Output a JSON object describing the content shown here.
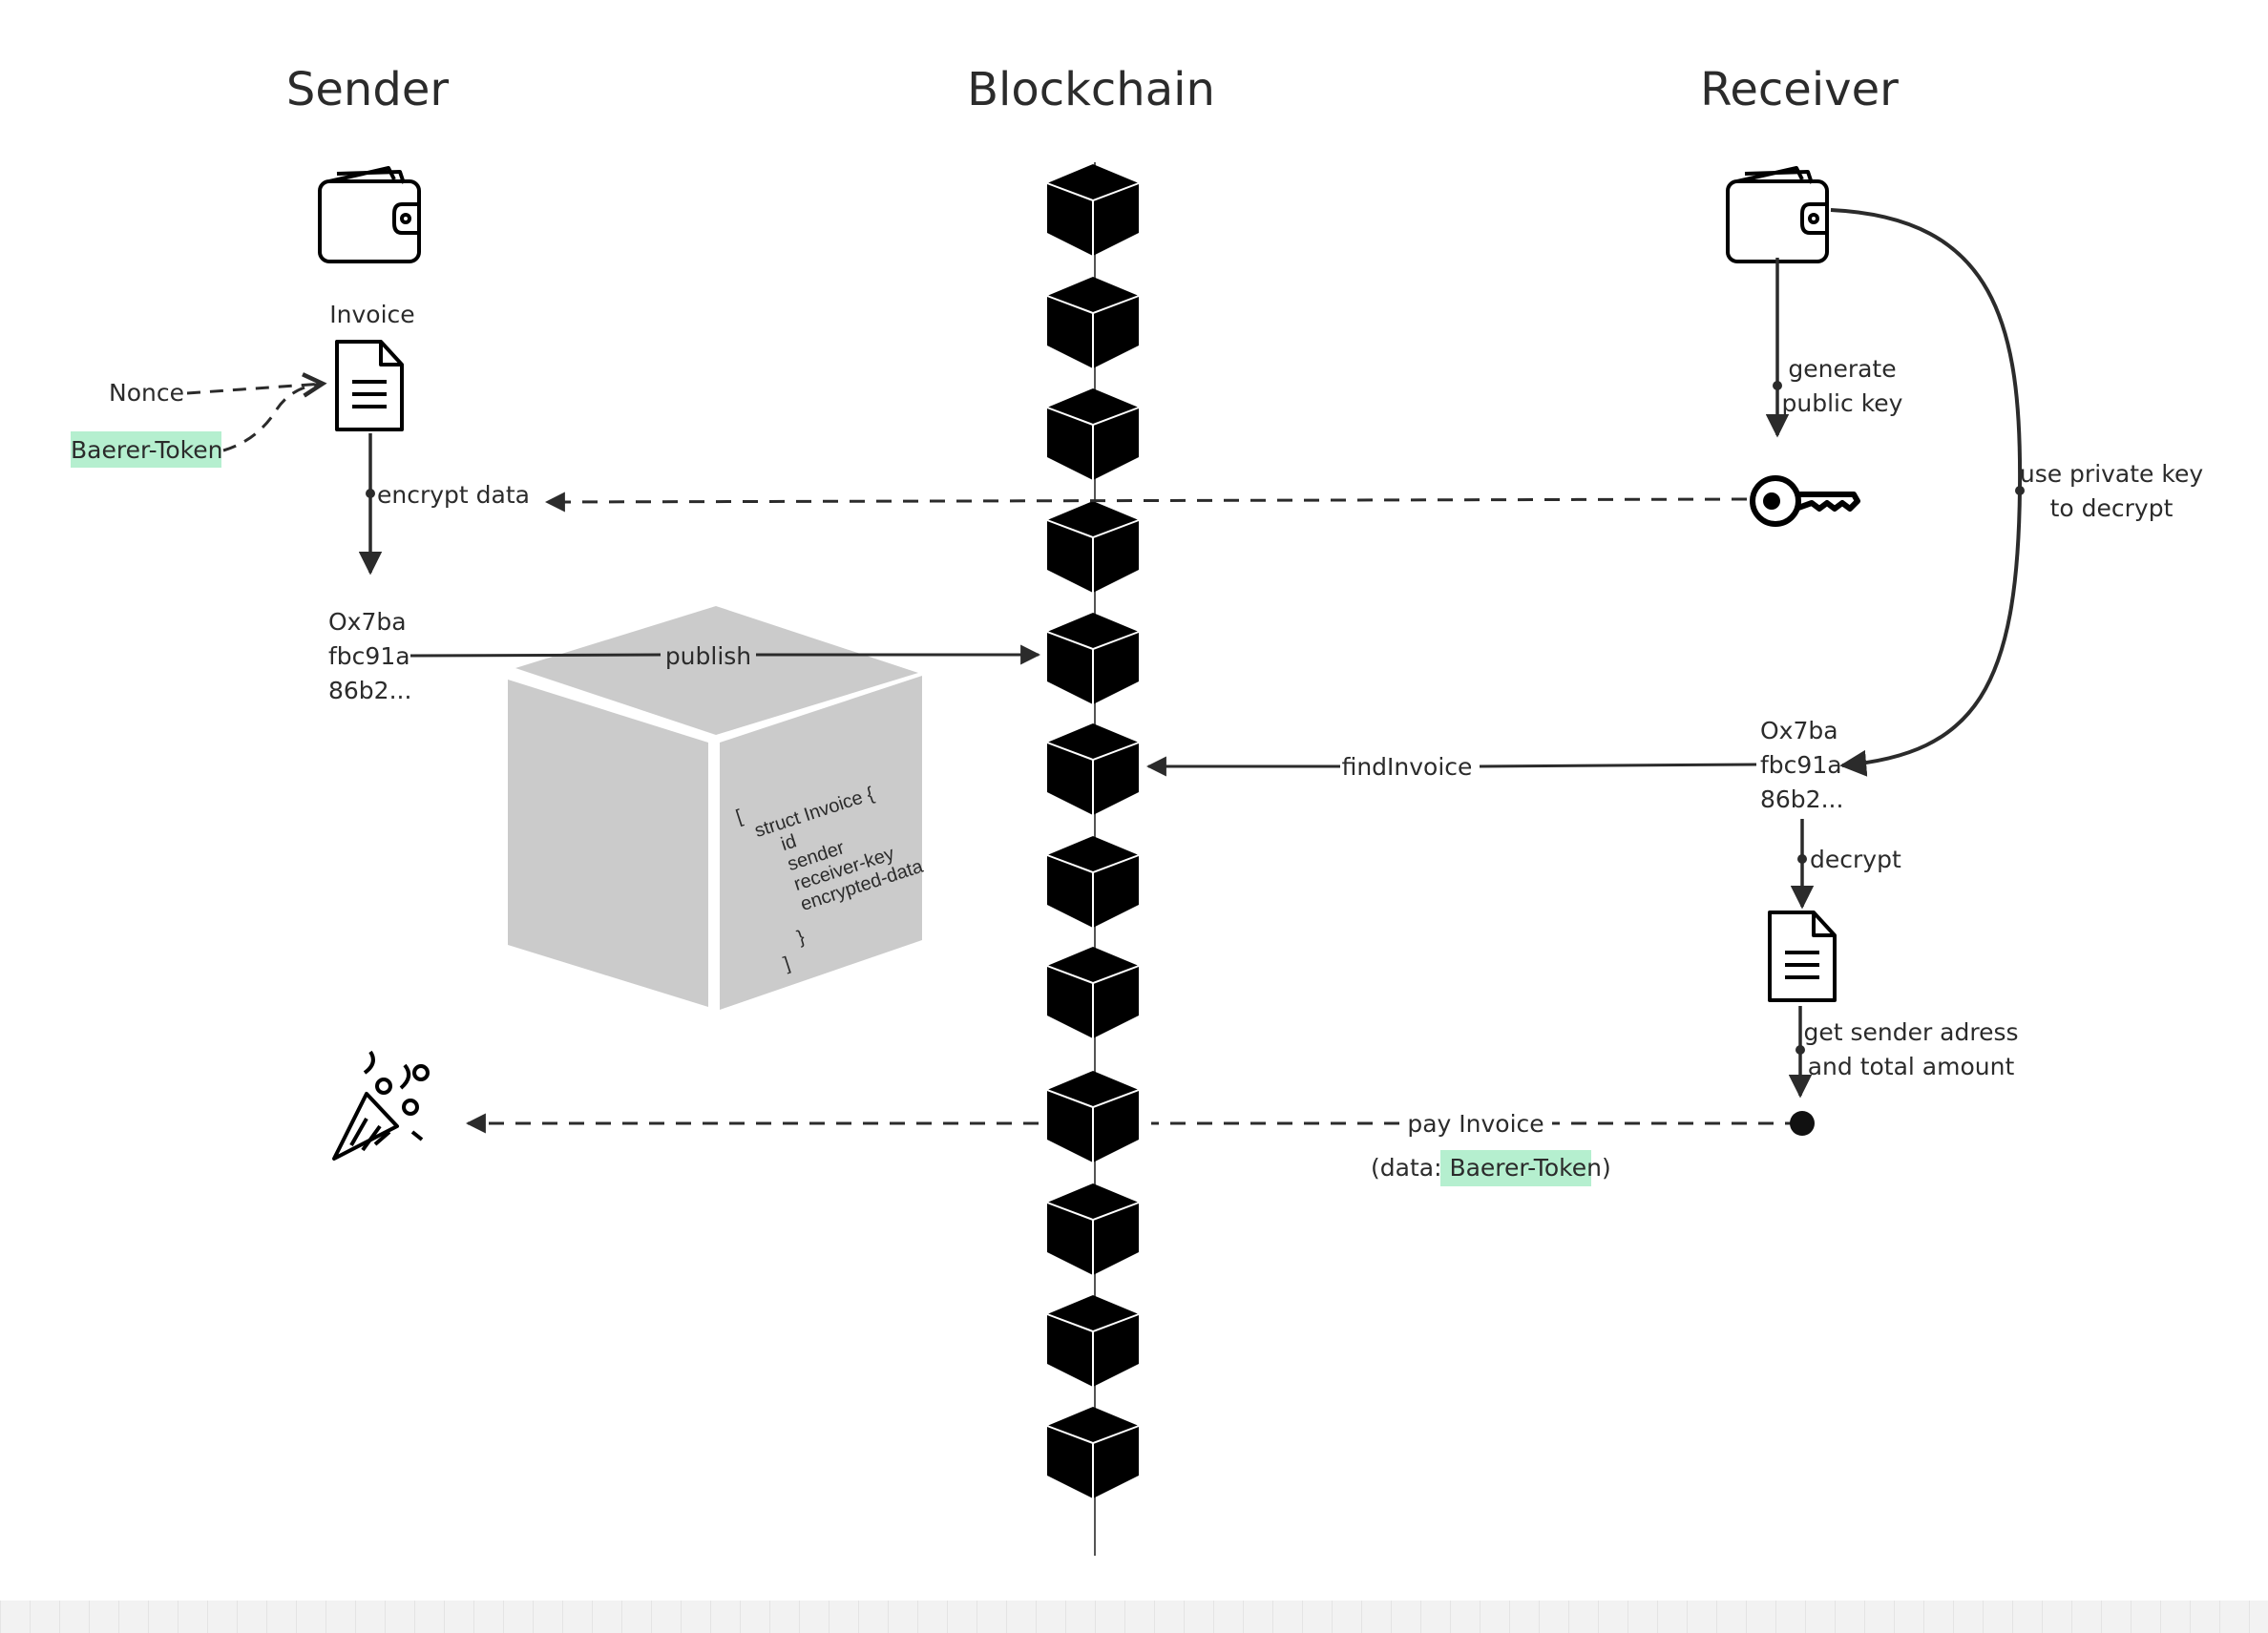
{
  "columns": {
    "sender": "Sender",
    "blockchain": "Blockchain",
    "receiver": "Receiver"
  },
  "sender": {
    "invoice_label": "Invoice",
    "nonce_label": "Nonce",
    "token_label": "Baerer-Token",
    "encrypt_label": "encrypt data",
    "hash_lines": [
      "Ox7ba",
      "fbc91a",
      "86b2..."
    ],
    "publish_label": "publish"
  },
  "struct_card": {
    "lines": [
      "[",
      "struct Invoice {",
      "id",
      "sender",
      "receiver-key",
      "encrypted-data",
      "}",
      "]"
    ]
  },
  "receiver": {
    "generate_label": [
      "generate",
      "public key"
    ],
    "private_key_label": [
      "use private key",
      "to decrypt"
    ],
    "hash_lines": [
      "Ox7ba",
      "fbc91a",
      "86b2..."
    ],
    "find_label": "findInvoice",
    "decrypt_label": "decrypt",
    "get_sender_label": [
      "get sender adress",
      "and total amount"
    ],
    "pay_label": "pay Invoice",
    "pay_data_prefix": "(data: ",
    "pay_data_token": "Baerer-Token",
    "pay_data_suffix": ")"
  },
  "icons": [
    "wallet-icon",
    "document-icon",
    "key-icon",
    "party-popper-icon",
    "block-cube-icon"
  ],
  "colors": {
    "token_highlight": "#b5efcf",
    "ink": "#2b2b2b",
    "cube_gray": "#cbcbcb"
  }
}
